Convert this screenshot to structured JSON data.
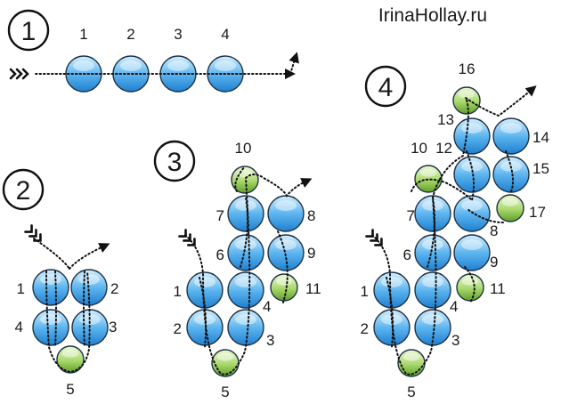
{
  "site_name": "IrinaHollay.ru",
  "colors": {
    "blue_bead_top": "#d6efff",
    "blue_bead_mid": "#5eb6ef",
    "blue_bead_bottom": "#1f7fd0",
    "green_bead_top": "#eef9d8",
    "green_bead_mid": "#a8d86a",
    "green_bead_bottom": "#5f9e2a",
    "outline": "#1f3347",
    "thread": "#111111"
  },
  "steps": [
    {
      "id": "step1",
      "label": "1",
      "beads": [
        {
          "label": "1",
          "color": "blue"
        },
        {
          "label": "2",
          "color": "blue"
        },
        {
          "label": "3",
          "color": "blue"
        },
        {
          "label": "4",
          "color": "blue"
        }
      ]
    },
    {
      "id": "step2",
      "label": "2",
      "beads": [
        {
          "label": "1",
          "color": "blue"
        },
        {
          "label": "2",
          "color": "blue"
        },
        {
          "label": "3",
          "color": "blue"
        },
        {
          "label": "4",
          "color": "blue"
        },
        {
          "label": "5",
          "color": "green"
        }
      ]
    },
    {
      "id": "step3",
      "label": "3",
      "beads": [
        {
          "label": "1",
          "color": "blue"
        },
        {
          "label": "2",
          "color": "blue"
        },
        {
          "label": "3",
          "color": "blue"
        },
        {
          "label": "4",
          "color": "blue"
        },
        {
          "label": "5",
          "color": "green"
        },
        {
          "label": "6",
          "color": "blue"
        },
        {
          "label": "7",
          "color": "blue"
        },
        {
          "label": "8",
          "color": "blue"
        },
        {
          "label": "9",
          "color": "blue"
        },
        {
          "label": "10",
          "color": "green"
        },
        {
          "label": "11",
          "color": "green"
        }
      ]
    },
    {
      "id": "step4",
      "label": "4",
      "beads": [
        {
          "label": "1",
          "color": "blue"
        },
        {
          "label": "2",
          "color": "blue"
        },
        {
          "label": "3",
          "color": "blue"
        },
        {
          "label": "4",
          "color": "blue"
        },
        {
          "label": "5",
          "color": "green"
        },
        {
          "label": "6",
          "color": "blue"
        },
        {
          "label": "7",
          "color": "blue"
        },
        {
          "label": "8",
          "color": "blue"
        },
        {
          "label": "9",
          "color": "blue"
        },
        {
          "label": "10",
          "color": "green"
        },
        {
          "label": "11",
          "color": "green"
        },
        {
          "label": "12",
          "color": "blue"
        },
        {
          "label": "13",
          "color": "blue"
        },
        {
          "label": "14",
          "color": "blue"
        },
        {
          "label": "15",
          "color": "blue"
        },
        {
          "label": "16",
          "color": "green"
        },
        {
          "label": "17",
          "color": "green"
        }
      ]
    }
  ]
}
